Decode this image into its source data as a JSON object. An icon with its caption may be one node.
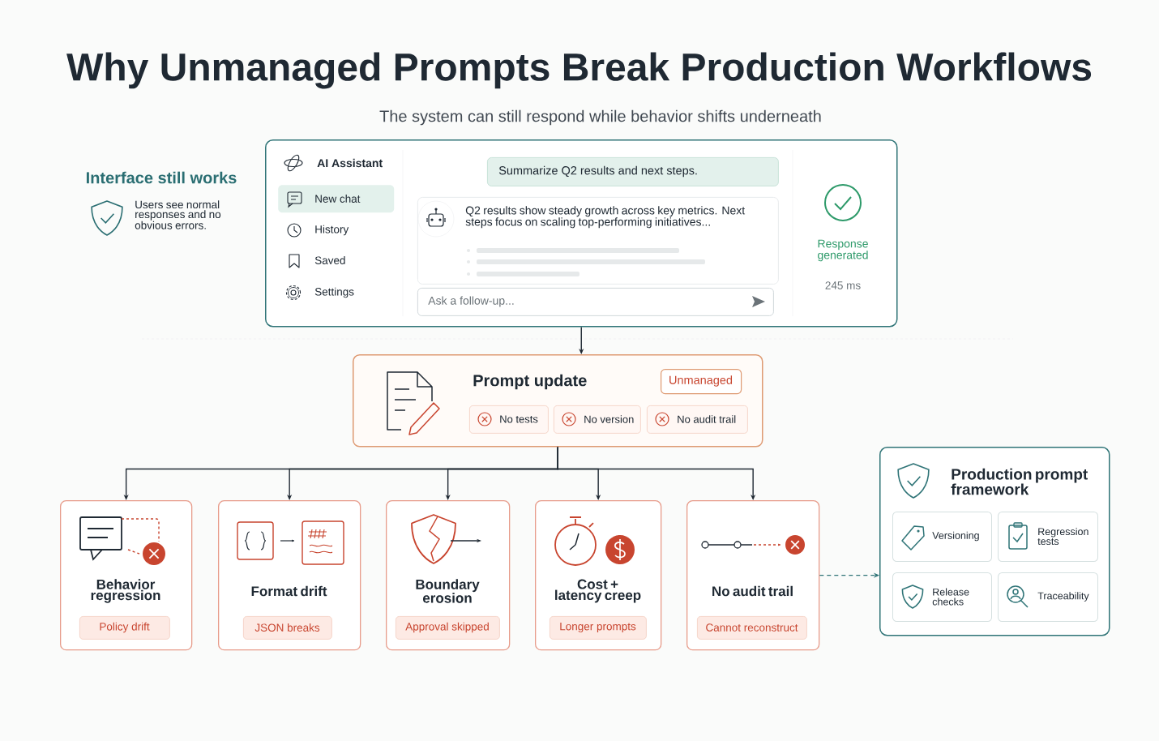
{
  "diagram": {
    "title": "Why Unmanaged Prompts Break Production Workflows",
    "nodes": [
      {
        "text": [],
        "shape": "box"
      },
      {
        "text": [
          "New chat"
        ],
        "in": 0
      },
      {
        "text": [
          "Summarize Q2 results and next steps."
        ],
        "in": 0
      },
      {
        "text": [
          "Q2 results show steady growth across key metrics. Next steps focus on scaling top-performing initiatives..."
        ],
        "in": 0
      },
      {
        "text": [
          "Ask a follow-up..."
        ],
        "in": 0
      },
      {
        "text": [
          "Prompt update"
        ]
      },
      {
        "text": [
          "Unmanaged"
        ],
        "in": 5
      },
      {
        "text": [
          "No tests"
        ],
        "in": 5
      },
      {
        "text": [
          "No version"
        ],
        "in": 5
      },
      {
        "text": [
          "No audit trail"
        ],
        "in": 5
      },
      {
        "text": [
          "Behavior regression"
        ]
      },
      {
        "text": [
          "Policy drift"
        ],
        "in": 10
      },
      {
        "text": [
          "Format drift"
        ]
      },
      {
        "text": [
          "JSON breaks"
        ],
        "in": 12
      },
      {
        "text": [
          "Boundary erosion"
        ]
      },
      {
        "text": [
          "Approval skipped"
        ],
        "in": 14
      },
      {
        "text": [
          "Cost + latency creep"
        ]
      },
      {
        "text": [
          "Longer prompts"
        ],
        "in": 16
      },
      {
        "text": [
          "No audit trail"
        ]
      },
      {
        "text": [
          "Cannot reconstruct"
        ],
        "in": 18
      },
      {
        "text": [
          "Production prompt framework"
        ]
      },
      {
        "text": [
          "Versioning"
        ],
        "in": 20
      },
      {
        "text": [
          "Regression tests"
        ],
        "in": 20
      },
      {
        "text": [
          "Release checks"
        ],
        "in": 20
      },
      {
        "text": [
          "Traceability"
        ],
        "in": 20
      }
    ],
    "edges": [
      {
        "from": 0,
        "to": 5,
        "arrow": "to"
      },
      {
        "from": 5,
        "to": 10,
        "arrow": "to"
      },
      {
        "from": 5,
        "to": 12,
        "arrow": "to"
      },
      {
        "from": 5,
        "to": 14,
        "arrow": "to"
      },
      {
        "from": 5,
        "to": 16,
        "arrow": "to"
      },
      {
        "from": 5,
        "to": 18,
        "arrow": "to"
      },
      {
        "from": 18,
        "to": 20,
        "arrow": "to",
        "style": "dashed",
        "color": "#2f7477"
      }
    ],
    "labels": [
      "The system can still respond while behavior shifts underneath",
      "Interface still works",
      "Users see normal responses and no obvious errors.",
      "AI Assistant",
      "History",
      "Saved",
      "Settings",
      "Response generated",
      "245 ms"
    ]
  }
}
